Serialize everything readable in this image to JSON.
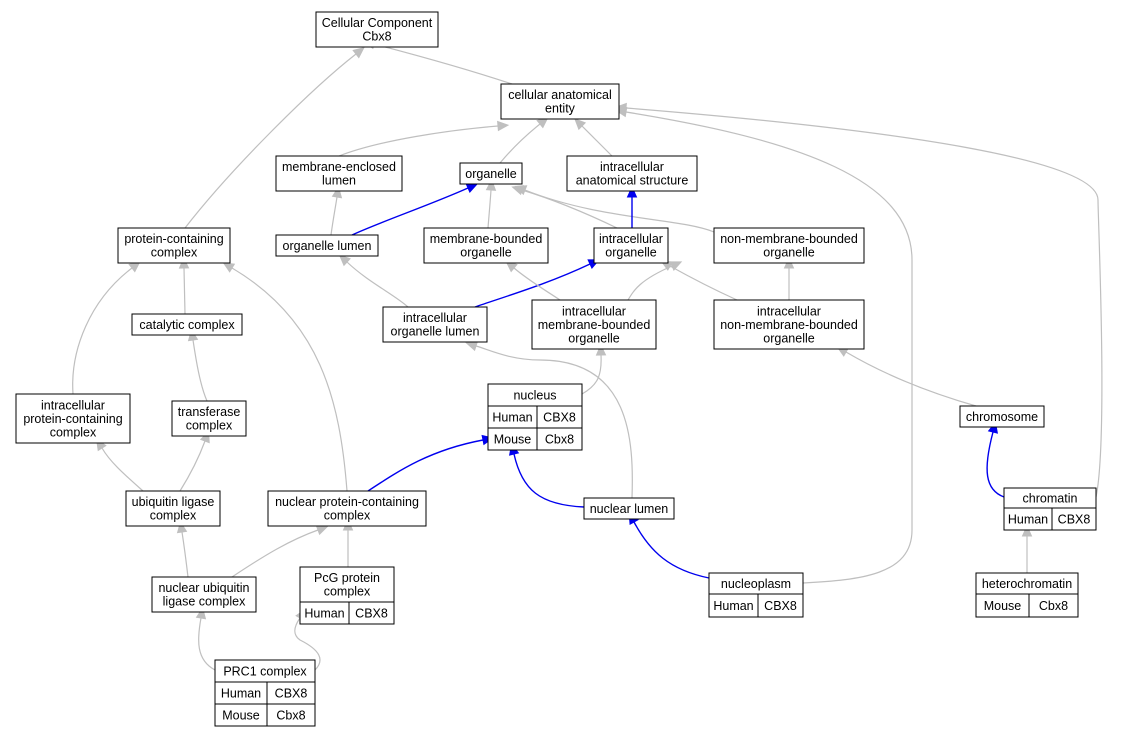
{
  "colors": {
    "human": "#fa6449",
    "mouse": "#add8e6",
    "edge_default": "#bfbfbf",
    "edge_highlight": "#0000ee"
  },
  "nodes": {
    "cellular_component": {
      "lines": [
        "Cellular Component",
        "Cbx8"
      ]
    },
    "cellular_anatomical_entity": {
      "lines": [
        "cellular anatomical",
        "entity"
      ]
    },
    "membrane_enclosed_lumen": {
      "lines": [
        "membrane-enclosed",
        "lumen"
      ]
    },
    "organelle": {
      "lines": [
        "organelle"
      ]
    },
    "intracellular_anatomical_structure": {
      "lines": [
        "intracellular",
        "anatomical structure"
      ]
    },
    "protein_containing_complex": {
      "lines": [
        "protein-containing",
        "complex"
      ]
    },
    "organelle_lumen": {
      "lines": [
        "organelle lumen"
      ]
    },
    "membrane_bounded_organelle": {
      "lines": [
        "membrane-bounded",
        "organelle"
      ]
    },
    "intracellular_organelle": {
      "lines": [
        "intracellular",
        "organelle"
      ]
    },
    "non_membrane_bounded_organelle": {
      "lines": [
        "non-membrane-bounded",
        "organelle"
      ]
    },
    "catalytic_complex": {
      "lines": [
        "catalytic complex"
      ]
    },
    "intracellular_organelle_lumen": {
      "lines": [
        "intracellular",
        "organelle lumen"
      ]
    },
    "intracellular_membrane_bounded_organelle": {
      "lines": [
        "intracellular",
        "membrane-bounded",
        "organelle"
      ]
    },
    "intracellular_non_membrane_bounded_organelle": {
      "lines": [
        "intracellular",
        "non-membrane-bounded",
        "organelle"
      ]
    },
    "nucleus": {
      "lines": [
        "nucleus"
      ],
      "rows": [
        [
          "Human",
          "CBX8"
        ],
        [
          "Mouse",
          "Cbx8"
        ]
      ]
    },
    "intracellular_protein_containing_complex": {
      "lines": [
        "intracellular",
        "protein-containing",
        "complex"
      ]
    },
    "transferase_complex": {
      "lines": [
        "transferase",
        "complex"
      ]
    },
    "chromosome": {
      "lines": [
        "chromosome"
      ]
    },
    "ubiquitin_ligase_complex": {
      "lines": [
        "ubiquitin ligase",
        "complex"
      ]
    },
    "nuclear_protein_containing_complex": {
      "lines": [
        "nuclear protein-containing",
        "complex"
      ]
    },
    "nuclear_lumen": {
      "lines": [
        "nuclear lumen"
      ]
    },
    "chromatin": {
      "lines": [
        "chromatin"
      ],
      "rows": [
        [
          "Human",
          "CBX8"
        ]
      ]
    },
    "nuclear_ubiquitin_ligase_complex": {
      "lines": [
        "nuclear ubiquitin",
        "ligase complex"
      ]
    },
    "pcg_protein_complex": {
      "lines": [
        "PcG protein",
        "complex"
      ],
      "rows": [
        [
          "Human",
          "CBX8"
        ]
      ]
    },
    "nucleoplasm": {
      "lines": [
        "nucleoplasm"
      ],
      "rows": [
        [
          "Human",
          "CBX8"
        ]
      ]
    },
    "heterochromatin": {
      "lines": [
        "heterochromatin"
      ],
      "rows": [
        [
          "Mouse",
          "Cbx8"
        ]
      ]
    },
    "prc1_complex": {
      "lines": [
        "PRC1 complex"
      ],
      "rows": [
        [
          "Human",
          "CBX8"
        ],
        [
          "Mouse",
          "Cbx8"
        ]
      ]
    }
  },
  "edges": [
    {
      "from": "cellular_anatomical_entity",
      "to": "cellular_component",
      "highlight": false
    },
    {
      "from": "protein_containing_complex",
      "to": "cellular_component",
      "highlight": false
    },
    {
      "from": "membrane_enclosed_lumen",
      "to": "cellular_anatomical_entity",
      "highlight": false
    },
    {
      "from": "organelle",
      "to": "cellular_anatomical_entity",
      "highlight": false
    },
    {
      "from": "intracellular_anatomical_structure",
      "to": "cellular_anatomical_entity",
      "highlight": false
    },
    {
      "from": "nucleoplasm",
      "to": "cellular_anatomical_entity",
      "highlight": false
    },
    {
      "from": "chromatin",
      "to": "cellular_anatomical_entity",
      "highlight": false
    },
    {
      "from": "organelle_lumen",
      "to": "membrane_enclosed_lumen",
      "highlight": false
    },
    {
      "from": "organelle_lumen",
      "to": "organelle",
      "highlight": true
    },
    {
      "from": "membrane_bounded_organelle",
      "to": "organelle",
      "highlight": false
    },
    {
      "from": "intracellular_organelle",
      "to": "organelle",
      "highlight": false
    },
    {
      "from": "non_membrane_bounded_organelle",
      "to": "organelle",
      "highlight": false
    },
    {
      "from": "intracellular_organelle",
      "to": "intracellular_anatomical_structure",
      "highlight": true
    },
    {
      "from": "intracellular_organelle_lumen",
      "to": "organelle_lumen",
      "highlight": false
    },
    {
      "from": "intracellular_organelle_lumen",
      "to": "intracellular_organelle",
      "highlight": true
    },
    {
      "from": "intracellular_membrane_bounded_organelle",
      "to": "membrane_bounded_organelle",
      "highlight": false
    },
    {
      "from": "intracellular_membrane_bounded_organelle",
      "to": "intracellular_organelle",
      "highlight": false
    },
    {
      "from": "intracellular_non_membrane_bounded_organelle",
      "to": "intracellular_organelle",
      "highlight": false
    },
    {
      "from": "intracellular_non_membrane_bounded_organelle",
      "to": "non_membrane_bounded_organelle",
      "highlight": false
    },
    {
      "from": "nucleus",
      "to": "intracellular_membrane_bounded_organelle",
      "highlight": false
    },
    {
      "from": "nuclear_lumen",
      "to": "intracellular_organelle_lumen",
      "highlight": false
    },
    {
      "from": "nuclear_lumen",
      "to": "nucleus",
      "highlight": true
    },
    {
      "from": "nucleoplasm",
      "to": "nuclear_lumen",
      "highlight": true
    },
    {
      "from": "chromosome",
      "to": "intracellular_non_membrane_bounded_organelle",
      "highlight": false
    },
    {
      "from": "chromatin",
      "to": "chromosome",
      "highlight": true
    },
    {
      "from": "heterochromatin",
      "to": "chromatin",
      "highlight": false
    },
    {
      "from": "catalytic_complex",
      "to": "protein_containing_complex",
      "highlight": false
    },
    {
      "from": "intracellular_protein_containing_complex",
      "to": "protein_containing_complex",
      "highlight": false
    },
    {
      "from": "nuclear_protein_containing_complex",
      "to": "protein_containing_complex",
      "highlight": false
    },
    {
      "from": "transferase_complex",
      "to": "catalytic_complex",
      "highlight": false
    },
    {
      "from": "ubiquitin_ligase_complex",
      "to": "intracellular_protein_containing_complex",
      "highlight": false
    },
    {
      "from": "ubiquitin_ligase_complex",
      "to": "transferase_complex",
      "highlight": false
    },
    {
      "from": "nuclear_protein_containing_complex",
      "to": "nucleus",
      "highlight": true
    },
    {
      "from": "nuclear_ubiquitin_ligase_complex",
      "to": "ubiquitin_ligase_complex",
      "highlight": false
    },
    {
      "from": "nuclear_ubiquitin_ligase_complex",
      "to": "nuclear_protein_containing_complex",
      "highlight": false
    },
    {
      "from": "pcg_protein_complex",
      "to": "nuclear_protein_containing_complex",
      "highlight": false
    },
    {
      "from": "prc1_complex",
      "to": "nuclear_ubiquitin_ligase_complex",
      "highlight": false
    },
    {
      "from": "prc1_complex",
      "to": "pcg_protein_complex",
      "highlight": false
    }
  ]
}
